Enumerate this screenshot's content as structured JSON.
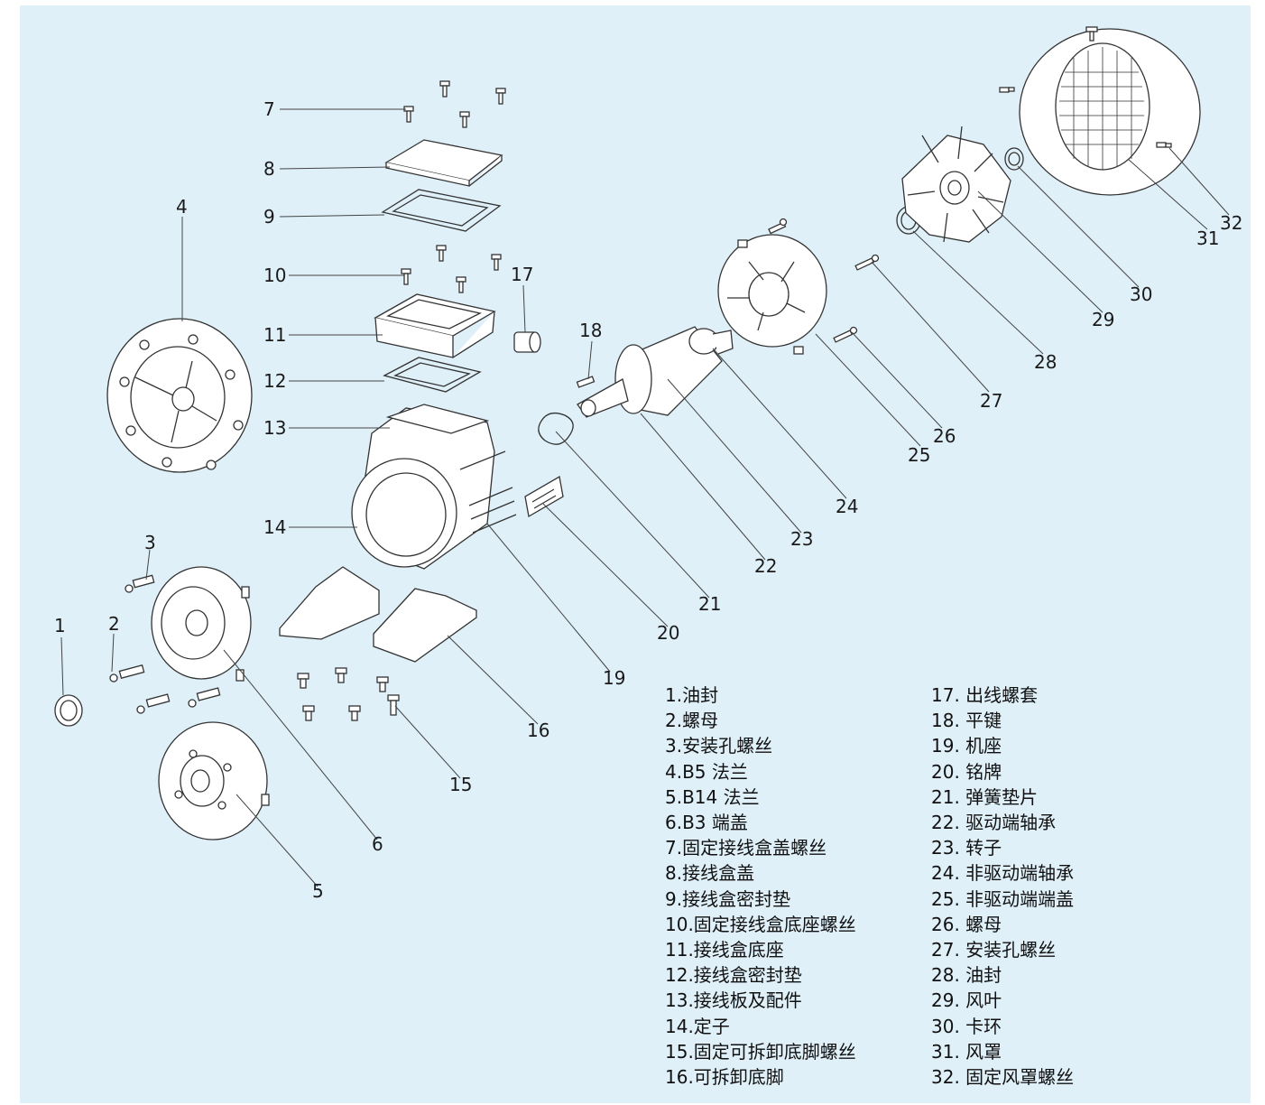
{
  "diagram": {
    "callouts": [
      "1",
      "2",
      "3",
      "4",
      "5",
      "6",
      "7",
      "8",
      "9",
      "10",
      "11",
      "12",
      "13",
      "14",
      "15",
      "16",
      "17",
      "18",
      "19",
      "20",
      "21",
      "22",
      "23",
      "24",
      "25",
      "26",
      "27",
      "28",
      "29",
      "30",
      "31",
      "32"
    ],
    "legend_left": [
      "1.油封",
      "2.螺母",
      "3.安装孔螺丝",
      "4.B5 法兰",
      "5.B14 法兰",
      "6.B3 端盖",
      "7.固定接线盒盖螺丝",
      "8.接线盒盖",
      "9.接线盒密封垫",
      "10.固定接线盒底座螺丝",
      "11.接线盒底座",
      "12.接线盒密封垫",
      "13.接线板及配件",
      "14.定子",
      "15.固定可拆卸底脚螺丝",
      "16.可拆卸底脚"
    ],
    "legend_right": [
      "17. 出线螺套",
      "18. 平键",
      "19. 机座",
      "20. 铭牌",
      "21. 弹簧垫片",
      "22. 驱动端轴承",
      "23. 转子",
      "24. 非驱动端轴承",
      "25. 非驱动端端盖",
      "26. 螺母",
      "27. 安装孔螺丝",
      "28. 油封",
      "29. 风叶",
      "30. 卡环",
      "31. 风罩",
      "32. 固定风罩螺丝"
    ]
  },
  "colors": {
    "background": "#dff0f9",
    "line": "#333333",
    "part_fill": "#ffffff"
  }
}
